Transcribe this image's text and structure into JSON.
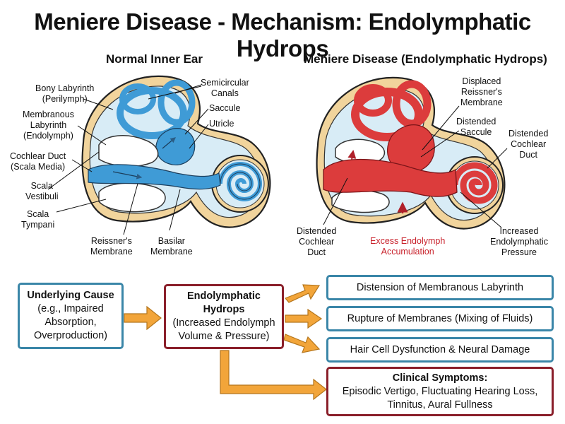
{
  "title": "Meniere Disease - Mechanism: Endolymphatic Hydrops",
  "normal": {
    "heading": "Normal Inner Ear",
    "labels": {
      "bony": "Bony Labyrinth\n(Perilymph)",
      "membranous": "Membranous\nLabyrinth\n(Endolymph)",
      "cochlear_duct": "Cochlear Duct\n(Scala Media)",
      "vestibuli": "Scala\nVestibuli",
      "tympani": "Scala\nTympani",
      "reissner": "Reissner's\nMembrane",
      "basilar": "Basilar\nMembrane",
      "semicircular": "Semicircular\nCanals",
      "saccule": "Saccule",
      "utricle": "Utricle"
    }
  },
  "hydrops": {
    "heading": "Meniere Disease (Endolymphatic Hydrops)",
    "labels": {
      "displaced": "Displaced\nReissner's\nMembrane",
      "saccule": "Distended\nSaccule",
      "cochlear_duct_right": "Distended\nCochlear\nDuct",
      "cochlear_duct_bottom": "Distended\nCochlear\nDuct",
      "excess": "Excess Endolymph\nAccumulation",
      "pressure": "Increased\nEndolymphatic\nPressure"
    }
  },
  "flow": {
    "cause": {
      "title": "Underlying Cause",
      "body": "(e.g., Impaired\nAbsorption,\nOverproduction)"
    },
    "hydrops": {
      "title": "Endolymphatic\nHydrops",
      "body": "(Increased Endolymph\nVolume & Pressure)"
    },
    "effects": [
      "Distension of Membranous Labyrinth",
      "Rupture of Membranes (Mixing of Fluids)",
      "Hair Cell Dysfunction & Neural Damage"
    ],
    "symptoms": {
      "title": "Clinical Symptoms:",
      "body": "Episodic Vertigo, Fluctuating Hearing Loss,\nTinnitus, Aural Fullness"
    }
  },
  "colors": {
    "bone": "#f1d49c",
    "perilymph": "#d8ecf6",
    "endolymph_normal": "#3f9bd6",
    "endolymph_hydrops": "#dc3c3c",
    "arrow": "#f2a53a",
    "box_blue": "#3a86a8",
    "box_red": "#8a1f2a",
    "label_red": "#c8202a"
  }
}
